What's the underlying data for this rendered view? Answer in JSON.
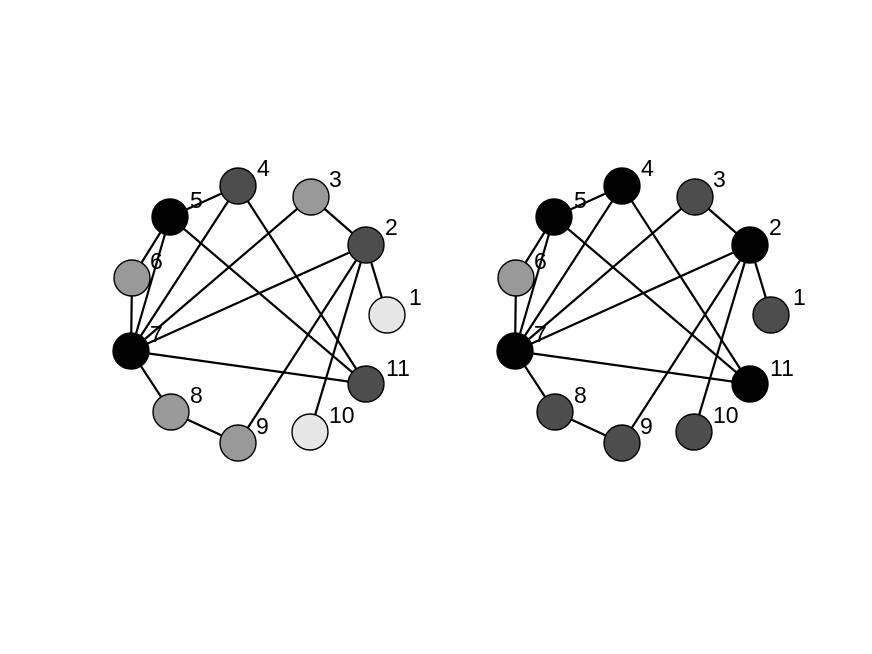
{
  "palette": {
    "black": "#000000",
    "dark": "#4d4d4d",
    "mid": "#999999",
    "light": "#e6e6e6"
  },
  "graphs": [
    {
      "id": "left",
      "nodes": [
        {
          "id": "1",
          "label": "1",
          "shade": "light"
        },
        {
          "id": "2",
          "label": "2",
          "shade": "dark"
        },
        {
          "id": "3",
          "label": "3",
          "shade": "mid"
        },
        {
          "id": "4",
          "label": "4",
          "shade": "dark"
        },
        {
          "id": "5",
          "label": "5",
          "shade": "black"
        },
        {
          "id": "6",
          "label": "6",
          "shade": "mid"
        },
        {
          "id": "7",
          "label": "7",
          "shade": "black"
        },
        {
          "id": "8",
          "label": "8",
          "shade": "mid"
        },
        {
          "id": "9",
          "label": "9",
          "shade": "mid"
        },
        {
          "id": "10",
          "label": "10",
          "shade": "light"
        },
        {
          "id": "11",
          "label": "11",
          "shade": "dark"
        }
      ]
    },
    {
      "id": "right",
      "nodes": [
        {
          "id": "1",
          "label": "1",
          "shade": "dark"
        },
        {
          "id": "2",
          "label": "2",
          "shade": "black"
        },
        {
          "id": "3",
          "label": "3",
          "shade": "dark"
        },
        {
          "id": "4",
          "label": "4",
          "shade": "black"
        },
        {
          "id": "5",
          "label": "5",
          "shade": "black"
        },
        {
          "id": "6",
          "label": "6",
          "shade": "mid"
        },
        {
          "id": "7",
          "label": "7",
          "shade": "black"
        },
        {
          "id": "8",
          "label": "8",
          "shade": "dark"
        },
        {
          "id": "9",
          "label": "9",
          "shade": "dark"
        },
        {
          "id": "10",
          "label": "10",
          "shade": "dark"
        },
        {
          "id": "11",
          "label": "11",
          "shade": "black"
        }
      ]
    }
  ],
  "edges": [
    [
      "1",
      "2"
    ],
    [
      "2",
      "3"
    ],
    [
      "2",
      "7"
    ],
    [
      "2",
      "9"
    ],
    [
      "2",
      "10"
    ],
    [
      "4",
      "5"
    ],
    [
      "4",
      "7"
    ],
    [
      "4",
      "11"
    ],
    [
      "5",
      "6"
    ],
    [
      "5",
      "7"
    ],
    [
      "5",
      "11"
    ],
    [
      "6",
      "7"
    ],
    [
      "3",
      "7"
    ],
    [
      "7",
      "8"
    ],
    [
      "7",
      "11"
    ],
    [
      "8",
      "9"
    ]
  ]
}
